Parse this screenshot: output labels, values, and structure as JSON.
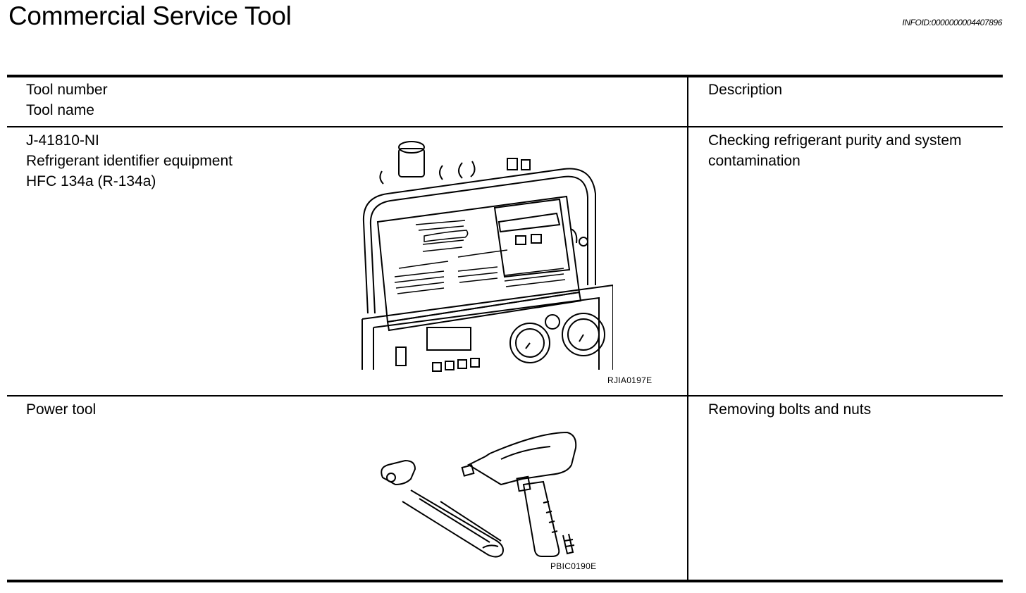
{
  "header": {
    "title": "Commercial Service Tool",
    "infoid": "INFOID:0000000004407896"
  },
  "table": {
    "col1_header": [
      "Tool number",
      "Tool name"
    ],
    "col2_header": "Description",
    "rows": [
      {
        "tool_lines": [
          "J-41810-NI",
          "Refrigerant identifier equipment",
          "HFC 134a (R-134a)"
        ],
        "description_lines": [
          "Checking refrigerant purity and system",
          "contamination"
        ],
        "image_code": "RJIA0197E",
        "image_icon": "refrigerant-identifier-illustration"
      },
      {
        "tool_lines": [
          "Power tool"
        ],
        "description_lines": [
          "Removing bolts and nuts"
        ],
        "image_code": "PBIC0190E",
        "image_icon": "power-tool-illustration"
      }
    ]
  }
}
